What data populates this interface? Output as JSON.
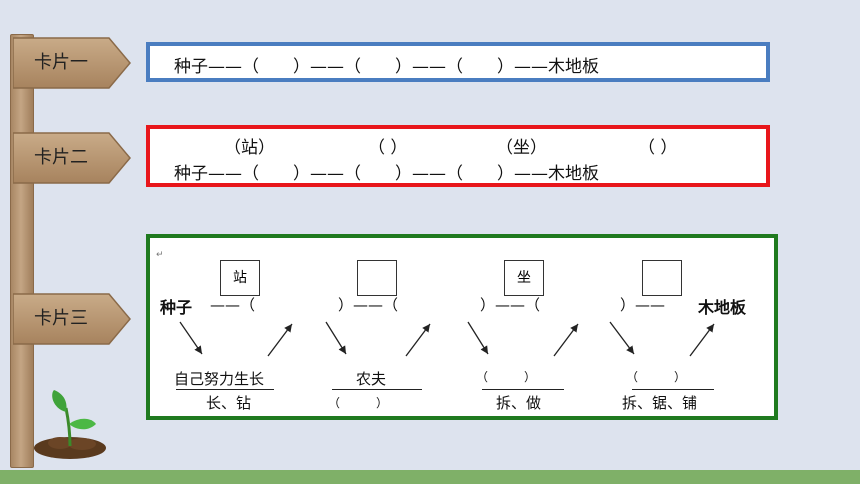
{
  "cards": {
    "label1": "卡片一",
    "label2": "卡片二",
    "label3": "卡片三"
  },
  "card1": {
    "line": "种子——（　　）——（　　）——（　　）——木地板"
  },
  "card2": {
    "hint1": "（站）",
    "hint2": "（ ）",
    "hint3": "（坐）",
    "hint4": "（ ）",
    "line": "种子——（　　）——（　　）——（　　）——木地板"
  },
  "card3": {
    "start": "种子",
    "end": "木地板",
    "box1": "站",
    "box2": "",
    "box3": "坐",
    "box4": "",
    "bottom1": "自己努力生长",
    "bottom1b": "长、钻",
    "bottom2": "农夫",
    "bottom2b": "（　　　）",
    "bottom3": "（　　　）",
    "bottom3b": "拆、做",
    "bottom4": "（　　　）",
    "bottom4b": "拆、锯、铺"
  },
  "colors": {
    "card1_border": "#4a7dc0",
    "card2_border": "#e8161b",
    "card3_border": "#1f7a1f",
    "footer": "#7fb068"
  }
}
